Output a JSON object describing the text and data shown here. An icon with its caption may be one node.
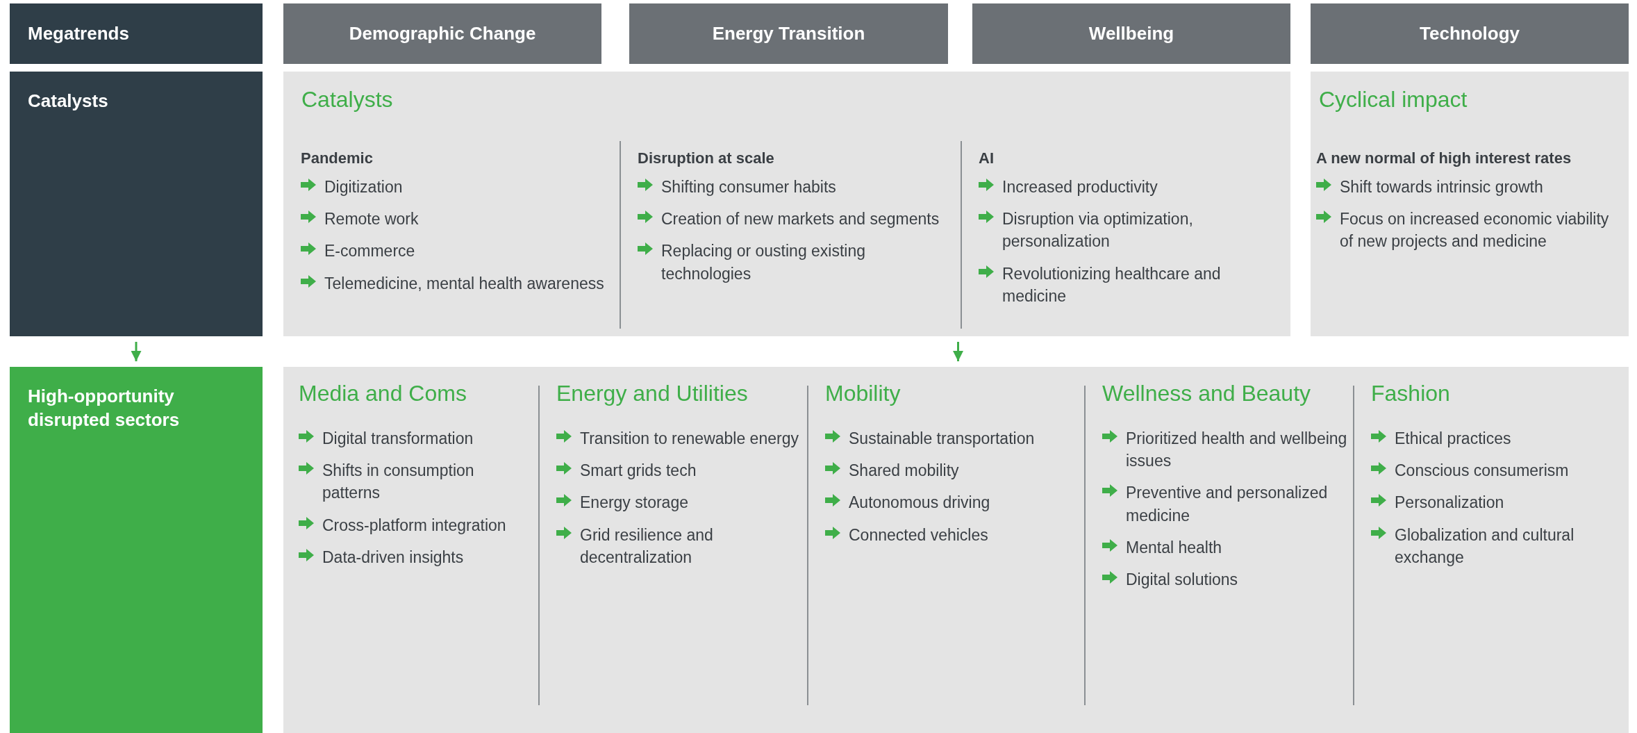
{
  "diagram": {
    "nodes": [
      {
        "text": [
          "Megatrends"
        ]
      },
      {
        "text": [
          "Demographic Change"
        ]
      },
      {
        "text": [
          "Energy Transition"
        ]
      },
      {
        "text": [
          "Wellbeing"
        ]
      },
      {
        "text": [
          "Technology"
        ]
      },
      {
        "text": [
          "Catalysts"
        ]
      },
      {
        "text": [
          "Catalysts"
        ]
      },
      {
        "text": [
          "Pandemic",
          "Digitization",
          "Remote work",
          "E-commerce",
          "Telemedicine, mental health awareness"
        ],
        "in": 6
      },
      {
        "text": [
          "Disruption at scale",
          "Shifting consumer habits",
          "Creation of new markets and segments",
          "Replacing or ousting existing technologies"
        ],
        "in": 6
      },
      {
        "text": [
          "AI",
          "Increased productivity",
          "Disruption via optimization, personalization",
          "Revolutionizing healthcare and medicine"
        ],
        "in": 6
      },
      {
        "text": [
          "Cyclical impact"
        ]
      },
      {
        "text": [
          "A new normal of high interest rates",
          "Shift towards intrinsic growth",
          "Focus on increased economic viability of new projects and  medicine"
        ],
        "in": 10
      },
      {
        "text": [
          "High-opportunity disrupted sectors"
        ]
      },
      {
        "text": [],
        "shape": "box"
      },
      {
        "text": [
          "Media and Coms",
          "Digital transformation",
          "Shifts in consumption patterns",
          "Cross-platform integration",
          "Data-driven insights"
        ],
        "in": 13
      },
      {
        "text": [
          "Energy and Utilities",
          "Transition to renewable energy",
          "Smart grids tech",
          "Energy storage",
          "Grid resilience and decentralization"
        ],
        "in": 13
      },
      {
        "text": [
          "Mobility",
          "Sustainable transportation",
          "Shared mobility",
          "Autonomous driving",
          "Connected vehicles"
        ],
        "in": 13
      },
      {
        "text": [
          "Wellness and Beauty",
          "Prioritized health and wellbeing issues",
          "Preventive and personalized medicine",
          "Mental health",
          "Digital solutions"
        ],
        "in": 13
      },
      {
        "text": [
          "Fashion",
          "Ethical practices",
          "Conscious consumerism",
          "Personalization",
          "Globalization and cultural exchange"
        ],
        "in": 13
      }
    ],
    "edges": [
      {
        "from": 5,
        "to": 12,
        "arrow": "to"
      },
      {
        "from": 6,
        "to": 13,
        "arrow": "to"
      }
    ]
  }
}
